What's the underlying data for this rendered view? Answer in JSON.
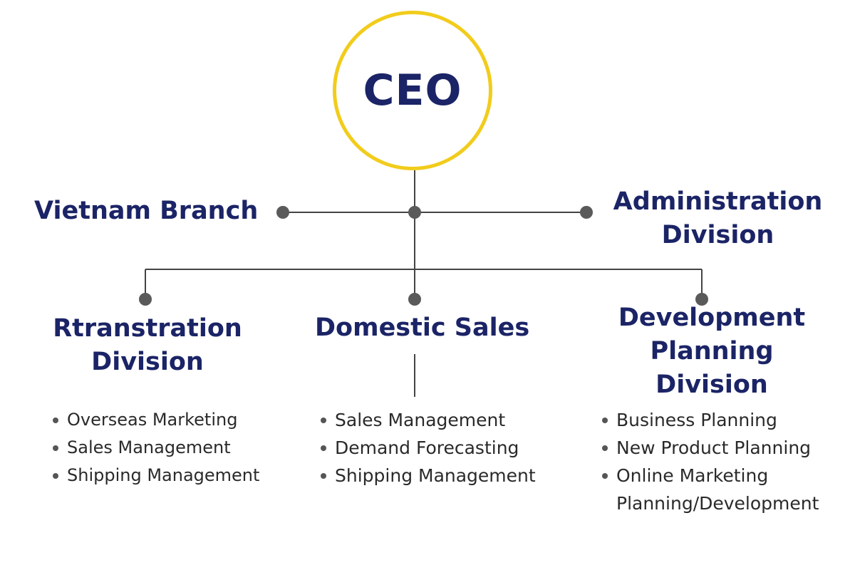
{
  "ceo": {
    "label": "CEO"
  },
  "nodes": {
    "vietnam_branch": {
      "label": "Vietnam Branch"
    },
    "administration": {
      "line1": "Administration",
      "line2": "Division"
    },
    "rtranstration": {
      "line1": "Rtranstration",
      "line2": "Division",
      "items": [
        "Overseas Marketing",
        "Sales Management",
        "Shipping Management"
      ]
    },
    "domestic_sales": {
      "label": "Domestic Sales",
      "items": [
        "Sales Management",
        "Demand Forecasting",
        "Shipping Management"
      ]
    },
    "development_planning": {
      "line1": "Development",
      "line2": "Planning",
      "line3": "Division",
      "items": [
        "Business Planning",
        "New Product Planning",
        "Online Marketing",
        "Planning/Development"
      ]
    }
  },
  "colors": {
    "title_text": "#1b2466",
    "ceo_ring": "#f2cc1c",
    "connector": "#444444",
    "node_dot": "#5a5a5a",
    "body_text": "#2a2a2a"
  }
}
